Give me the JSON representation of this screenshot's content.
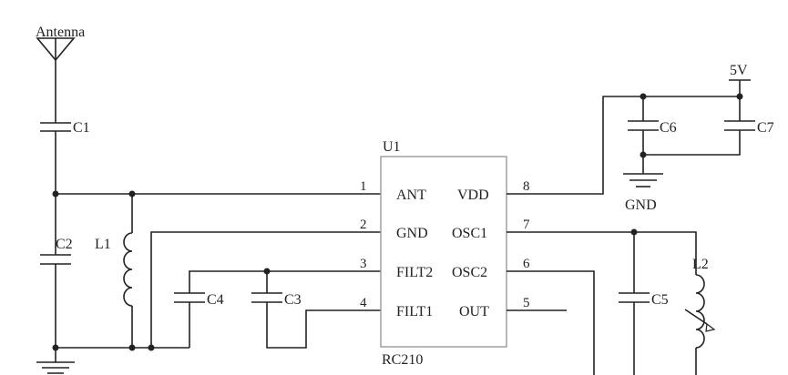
{
  "labels": {
    "antenna": "Antenna",
    "c1": "C1",
    "c2": "C2",
    "c3": "C3",
    "c4": "C4",
    "c5": "C5",
    "c6": "C6",
    "c7": "C7",
    "l1": "L1",
    "l2": "L2",
    "supply": "5V",
    "gnd": "GND",
    "u1": "U1",
    "part": "RC210"
  },
  "chip": {
    "pins_left": [
      {
        "num": "1",
        "name": "ANT"
      },
      {
        "num": "2",
        "name": "GND"
      },
      {
        "num": "3",
        "name": "FILT2"
      },
      {
        "num": "4",
        "name": "FILT1"
      }
    ],
    "pins_right": [
      {
        "num": "8",
        "name": "VDD"
      },
      {
        "num": "7",
        "name": "OSC1"
      },
      {
        "num": "6",
        "name": "OSC2"
      },
      {
        "num": "5",
        "name": "OUT"
      }
    ]
  }
}
